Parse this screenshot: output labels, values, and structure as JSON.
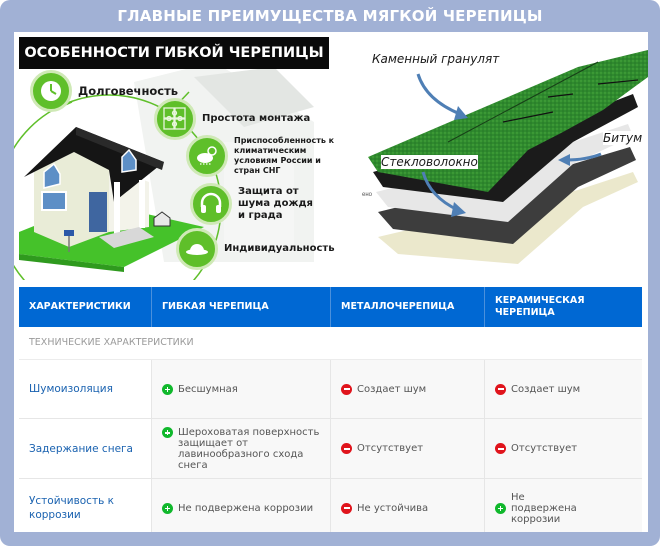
{
  "title": "ГЛАВНЫЕ ПРЕИМУЩЕСТВА МЯГКОЙ ЧЕРЕПИЦЫ",
  "colors": {
    "frame": "#a1b1d5",
    "table_header": "#0068d3",
    "feature_green": "#5fbf2a",
    "shingle_green": "#2f8a2e",
    "plus": "#10b82c",
    "minus": "#e0141c",
    "arrow": "#4f7fb5"
  },
  "infographic": {
    "banner": "ОСОБЕННОСТИ ГИБКОЙ ЧЕРЕПИЦЫ",
    "features": [
      {
        "icon": "clock-icon",
        "label": "Долговечность"
      },
      {
        "icon": "puzzle-icon",
        "label": "Простота монтажа"
      },
      {
        "icon": "weather-icon",
        "label": "Приспособленность к климатическим условиям России и стран СНГ"
      },
      {
        "icon": "headphones-icon",
        "label": "Защита от шума дождя и града"
      },
      {
        "icon": "hat-icon",
        "label": "Индивидуальность"
      }
    ]
  },
  "layers_illustration": {
    "labels": {
      "granulate": "Каменный гранулят",
      "bitumen": "Битум",
      "fiberglass": "Стекловолокно",
      "cut_off": "ено"
    }
  },
  "table": {
    "headers": [
      "ХАРАКТЕРИСТИКИ",
      "ГИБКАЯ ЧЕРЕПИЦА",
      "МЕТАЛЛОЧЕРЕПИЦА",
      "КЕРАМИЧЕСКАЯ ЧЕРЕПИЦА"
    ],
    "section": "ТЕХНИЧЕСКИЕ ХАРАКТЕРИСТИКИ",
    "rows": [
      {
        "name": "Шумоизоляция",
        "cells": [
          {
            "mark": "plus",
            "text": "Бесшумная"
          },
          {
            "mark": "minus",
            "text": "Создает шум"
          },
          {
            "mark": "minus",
            "text": "Создает шум"
          }
        ]
      },
      {
        "name": "Задержание снега",
        "cells": [
          {
            "mark": "plus",
            "text": "Шероховатая поверхность защищает от лавинообразного схода снега"
          },
          {
            "mark": "minus",
            "text": "Отсутствует"
          },
          {
            "mark": "minus",
            "text": "Отсутствует"
          }
        ]
      },
      {
        "name": "Устойчивость к коррозии",
        "cells": [
          {
            "mark": "plus",
            "text": "Не подвержена коррозии"
          },
          {
            "mark": "minus",
            "text": "Не устойчива"
          },
          {
            "mark": "plus",
            "text": "Не подвержена коррозии"
          }
        ]
      }
    ]
  }
}
